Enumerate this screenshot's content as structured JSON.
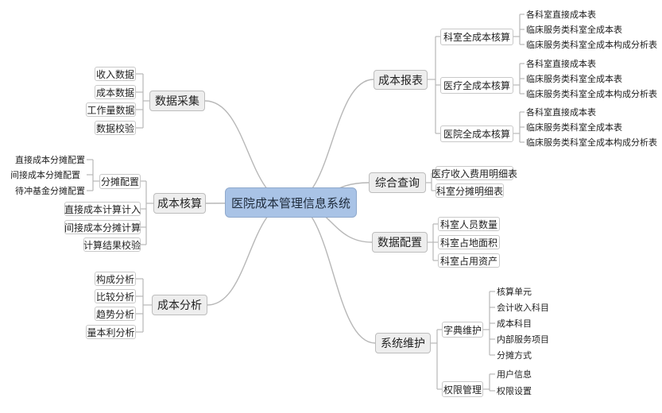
{
  "title": "医院成本管理信息系统",
  "branches": {
    "data_collection": {
      "label": "数据采集",
      "items": [
        "收入数据",
        "成本数据",
        "工作量数据",
        "数据校验"
      ]
    },
    "cost_accounting": {
      "label": "成本核算",
      "allocation": {
        "label": "分摊配置",
        "items": [
          "直接成本分摊配置",
          "间接成本分摊配置",
          "待冲基金分摊配置"
        ]
      },
      "items": [
        "直接成本计算计入",
        "间接成本分摊计算",
        "计算结果校验"
      ]
    },
    "cost_analysis": {
      "label": "成本分析",
      "items": [
        "构成分析",
        "比较分析",
        "趋势分析",
        "量本利分析"
      ]
    },
    "cost_report": {
      "label": "成本报表",
      "groups": [
        {
          "label": "科室全成本核算",
          "items": [
            "各科室直接成本表",
            "临床服务类科室全成本表",
            "临床服务类科室全成本构成分析表"
          ]
        },
        {
          "label": "医疗全成本核算",
          "items": [
            "各科室直接成本表",
            "临床服务类科室全成本表",
            "临床服务类科室全成本构成分析表"
          ]
        },
        {
          "label": "医院全成本核算",
          "items": [
            "各科室直接成本表",
            "临床服务类科室全成本表",
            "临床服务类科室全成本构成分析表"
          ]
        }
      ]
    },
    "query": {
      "label": "综合查询",
      "items": [
        "医疗收入费用明细表",
        "科室分摊明细表"
      ]
    },
    "data_config": {
      "label": "数据配置",
      "items": [
        "科室人员数量",
        "科室占地面积",
        "科室占用资产"
      ]
    },
    "maintenance": {
      "label": "系统维护",
      "dictionary": {
        "label": "字典维护",
        "items": [
          "核算单元",
          "会计收入科目",
          "成本科目",
          "内部服务项目",
          "分摊方式"
        ]
      },
      "permissions": {
        "label": "权限管理",
        "items": [
          "用户信息",
          "权限设置"
        ]
      }
    }
  }
}
